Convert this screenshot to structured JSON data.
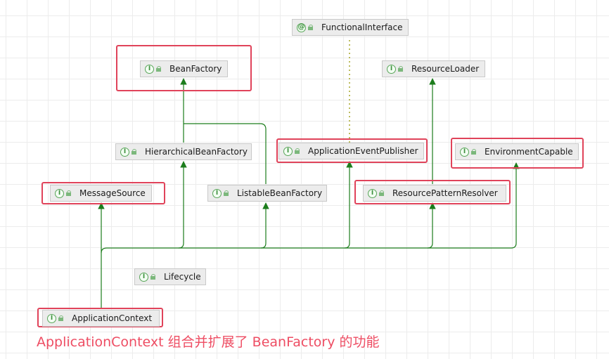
{
  "nodes": {
    "functional_interface": {
      "kind": "annotation",
      "label": "FunctionalInterface"
    },
    "bean_factory": {
      "kind": "interface",
      "label": "BeanFactory"
    },
    "resource_loader": {
      "kind": "interface",
      "label": "ResourceLoader"
    },
    "hierarchical_bean_factory": {
      "kind": "interface",
      "label": "HierarchicalBeanFactory"
    },
    "application_event_publisher": {
      "kind": "interface",
      "label": "ApplicationEventPublisher"
    },
    "environment_capable": {
      "kind": "interface",
      "label": "EnvironmentCapable"
    },
    "message_source": {
      "kind": "interface",
      "label": "MessageSource"
    },
    "listable_bean_factory": {
      "kind": "interface",
      "label": "ListableBeanFactory"
    },
    "resource_pattern_resolver": {
      "kind": "interface",
      "label": "ResourcePatternResolver"
    },
    "lifecycle": {
      "kind": "interface",
      "label": "Lifecycle"
    },
    "application_context": {
      "kind": "interface",
      "label": "ApplicationContext"
    }
  },
  "icons": {
    "interface": "I",
    "annotation": "@"
  },
  "highlighted": [
    "bean_factory",
    "application_event_publisher",
    "environment_capable",
    "message_source",
    "resource_pattern_resolver",
    "application_context"
  ],
  "colors": {
    "extends_edge": "#1c7d1c",
    "annotation_edge": "#a7a72a",
    "highlight": "#e0435a",
    "caption": "#ee4d63"
  },
  "caption": "ApplicationContext 组合并扩展了 BeanFactory 的功能"
}
